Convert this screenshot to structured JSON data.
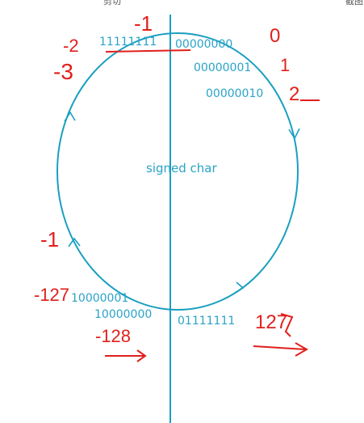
{
  "header": {
    "left_label": "剪切",
    "right_label": "截图"
  },
  "diagram": {
    "center_label": "signed char",
    "binary": {
      "all_ones": "11111111",
      "zero": "00000000",
      "one": "00000001",
      "two": "00000010",
      "min_plus_one": "10000001",
      "min": "10000000",
      "max": "01111111"
    },
    "annotations": {
      "neg_one": "-1",
      "neg_two": "-2",
      "neg_three": "-3",
      "zero": "0",
      "one": "1",
      "two": "2",
      "neg_one_lower": "-1",
      "neg_127": "-127",
      "neg_128": "-128",
      "pos_127": "127"
    },
    "colors": {
      "circle": "#1a9fc0",
      "binary_text": "#2aa3c8",
      "annotation": "#e0201c",
      "background": "#ffffff"
    }
  }
}
